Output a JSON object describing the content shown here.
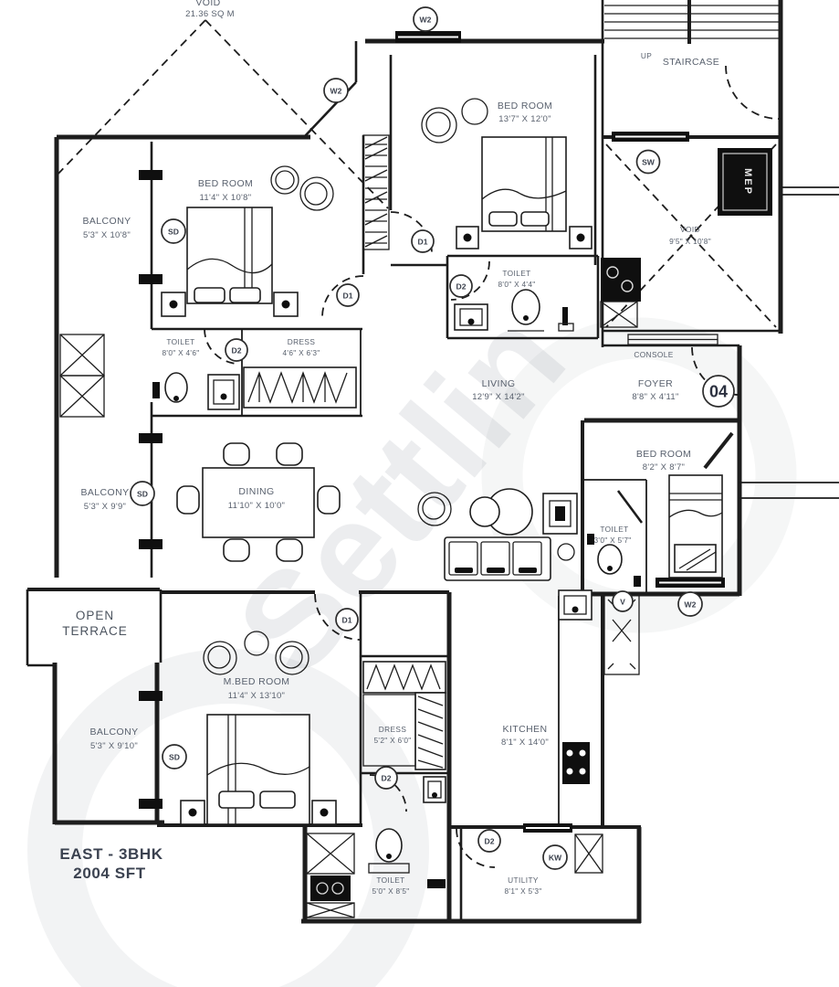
{
  "meta": {
    "watermark": "Settlin",
    "unit_label": "04",
    "plan_title_line1": "EAST - 3BHK",
    "plan_title_line2": "2004 SFT"
  },
  "annotations": {
    "void_top_label": "VOID",
    "void_top_area": "21.36 SQ M",
    "up": "UP",
    "staircase": "STAIRCASE",
    "console": "CONSOLE",
    "mep": "MEP",
    "void_right_label": "VOID",
    "void_right_dims": "9'5\" X 10'8\"",
    "terrace_line1": "OPEN",
    "terrace_line2": "TERRACE"
  },
  "rooms": [
    {
      "id": "bedroom-top",
      "label": "BED ROOM",
      "dims": "13'7\" X 12'0\""
    },
    {
      "id": "bedroom-left",
      "label": "BED ROOM",
      "dims": "11'4\" X 10'8\""
    },
    {
      "id": "balcony-top-left",
      "label": "BALCONY",
      "dims": "5'3\" X 10'8\""
    },
    {
      "id": "toilet-left",
      "label": "TOILET",
      "dims": "8'0\" X 4'6\""
    },
    {
      "id": "dress-left",
      "label": "DRESS",
      "dims": "4'6\" X 6'3\""
    },
    {
      "id": "toilet-center",
      "label": "TOILET",
      "dims": "8'0\" X 4'4\""
    },
    {
      "id": "living",
      "label": "LIVING",
      "dims": "12'9\" X 14'2\""
    },
    {
      "id": "foyer",
      "label": "FOYER",
      "dims": "8'8\" X 4'11\""
    },
    {
      "id": "bedroom-right",
      "label": "BED ROOM",
      "dims": "8'2\" X 8'7\""
    },
    {
      "id": "toilet-right",
      "label": "TOILET",
      "dims": "3'0\" X 5'7\""
    },
    {
      "id": "balcony-mid-left",
      "label": "BALCONY",
      "dims": "5'3\" X 9'9\""
    },
    {
      "id": "dining",
      "label": "DINING",
      "dims": "11'10\" X 10'0\""
    },
    {
      "id": "mbedroom",
      "label": "M.BED ROOM",
      "dims": "11'4\" X 13'10\""
    },
    {
      "id": "balcony-bottom-left",
      "label": "BALCONY",
      "dims": "5'3\" X 9'10\""
    },
    {
      "id": "dress-master",
      "label": "DRESS",
      "dims": "5'2\" X 6'0\""
    },
    {
      "id": "kitchen",
      "label": "KITCHEN",
      "dims": "8'1\" X 14'0\""
    },
    {
      "id": "toilet-master",
      "label": "TOILET",
      "dims": "5'0\" X 8'5\""
    },
    {
      "id": "utility",
      "label": "UTILITY",
      "dims": "8'1\" X 5'3\""
    }
  ],
  "markers": [
    {
      "id": "w2-top",
      "label": "W2"
    },
    {
      "id": "w2-upper-left",
      "label": "W2"
    },
    {
      "id": "sw",
      "label": "SW"
    },
    {
      "id": "sd-balcony-top",
      "label": "SD"
    },
    {
      "id": "d1-bedroom-top",
      "label": "D1"
    },
    {
      "id": "d2-toilet-center",
      "label": "D2"
    },
    {
      "id": "d1-bedroom-left",
      "label": "D1"
    },
    {
      "id": "d2-toilet-left",
      "label": "D2"
    },
    {
      "id": "sd-balcony-mid",
      "label": "SD"
    },
    {
      "id": "d1-mbedroom",
      "label": "D1"
    },
    {
      "id": "v-duct",
      "label": "V"
    },
    {
      "id": "w2-bedroom-right",
      "label": "W2"
    },
    {
      "id": "sd-balcony-bottom",
      "label": "SD"
    },
    {
      "id": "d2-dress-master",
      "label": "D2"
    },
    {
      "id": "d2-utility",
      "label": "D2"
    },
    {
      "id": "kw-utility",
      "label": "KW"
    }
  ]
}
